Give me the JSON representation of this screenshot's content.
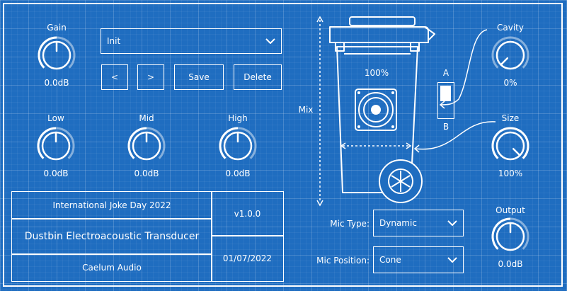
{
  "preset": {
    "selected": "Init"
  },
  "buttons": {
    "prev": "<",
    "next": ">",
    "save": "Save",
    "delete": "Delete"
  },
  "knobs": {
    "gain": {
      "label": "Gain",
      "value": "0.0dB",
      "level": 0.5
    },
    "low": {
      "label": "Low",
      "value": "0.0dB",
      "level": 0.5
    },
    "mid": {
      "label": "Mid",
      "value": "0.0dB",
      "level": 0.5
    },
    "high": {
      "label": "High",
      "value": "0.0dB",
      "level": 0.5
    },
    "cavity": {
      "label": "Cavity",
      "value": "0%",
      "level": 0.0
    },
    "size": {
      "label": "Size",
      "value": "100%",
      "level": 1.0
    },
    "output": {
      "label": "Output",
      "value": "0.0dB",
      "level": 0.5
    }
  },
  "bin": {
    "mix_label": "Mix",
    "mix_value": "100%"
  },
  "switch": {
    "a": "A",
    "b": "B",
    "selected": "A"
  },
  "mic": {
    "type_label": "Mic Type:",
    "type_value": "Dynamic",
    "position_label": "Mic Position:",
    "position_value": "Cone"
  },
  "info": {
    "event": "International Joke Day 2022",
    "product": "Dustbin Electroacoustic Transducer",
    "company": "Caelum Audio",
    "version": "v1.0.0",
    "date": "01/07/2022"
  },
  "colors": {
    "background": "#1f6dc0",
    "line": "#ffffff"
  }
}
